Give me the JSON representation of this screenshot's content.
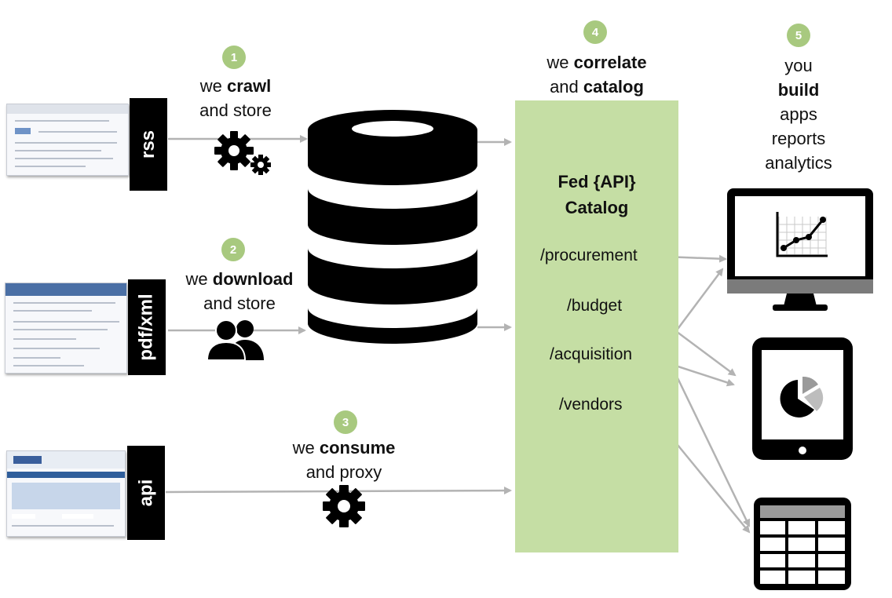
{
  "steps": {
    "s1": {
      "num": "1",
      "line1_pre": "we ",
      "line1_bold": "crawl",
      "line2": "and store"
    },
    "s2": {
      "num": "2",
      "line1_pre": "we ",
      "line1_bold": "download",
      "line2": "and store"
    },
    "s3": {
      "num": "3",
      "line1_pre": "we ",
      "line1_bold": "consume",
      "line2": "and proxy"
    },
    "s4": {
      "num": "4",
      "line1_pre": "we ",
      "line1_bold": "correlate",
      "line2_pre": "and ",
      "line2_bold": "catalog"
    },
    "s5": {
      "num": "5",
      "line1": "you",
      "line2_bold": "build",
      "line3": "apps",
      "line4": "reports",
      "line5": "analytics"
    }
  },
  "sources": {
    "rss": "rss",
    "pdfxml": "pdf/xml",
    "api": "api"
  },
  "catalog": {
    "title_line1": "Fed {API}",
    "title_line2": "Catalog",
    "items": [
      "/procurement",
      "/budget",
      "/acquisition",
      "/vendors"
    ]
  },
  "colors": {
    "accent_green": "#a8c97f",
    "catalog_fill": "#c5dea4",
    "arrow_gray": "#b3b3b3",
    "icon_black": "#000000"
  },
  "icons": {
    "crawl": "gears-icon",
    "download": "users-icon",
    "consume": "gear-icon",
    "store": "database-icon",
    "outputs": [
      "monitor-chart-icon",
      "tablet-pie-chart-icon",
      "spreadsheet-icon"
    ]
  }
}
